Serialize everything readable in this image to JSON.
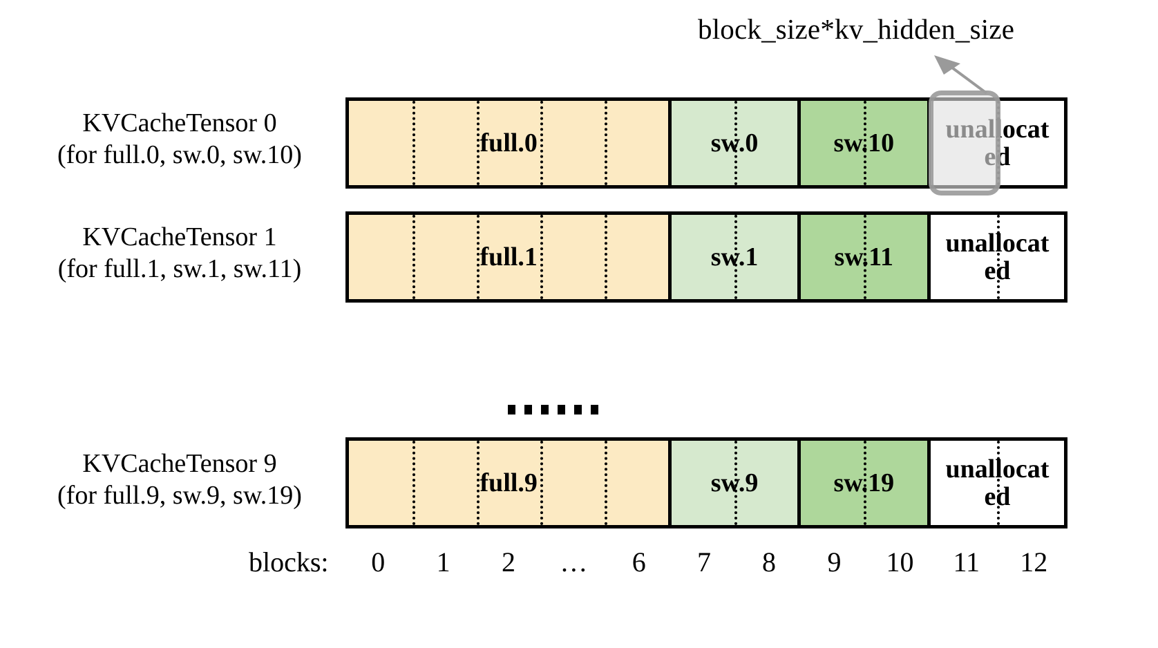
{
  "diagram": {
    "annotation": {
      "text": "block_size*kv_hidden_size",
      "arrow_label": "callout-arrow"
    },
    "axis": {
      "title": "blocks:",
      "ticks": [
        "0",
        "1",
        "2",
        "…",
        "6",
        "7",
        "8",
        "9",
        "10",
        "11",
        "12"
      ]
    },
    "ellipsis": "……",
    "rows": [
      {
        "title": "KVCacheTensor 0",
        "subtitle": "(for full.0, sw.0, sw.10)",
        "segments": [
          {
            "label": "full.0",
            "kind": "full",
            "blocks": 7,
            "dividers": 4
          },
          {
            "label": "sw.0",
            "kind": "sw-light",
            "blocks": 2,
            "dividers": 1
          },
          {
            "label": "sw.10",
            "kind": "sw-dark",
            "blocks": 2,
            "dividers": 1
          },
          {
            "label": "unallocated",
            "kind": "unalloc",
            "blocks": 2,
            "dividers": 1
          }
        ],
        "highlight": true
      },
      {
        "title": "KVCacheTensor 1",
        "subtitle": "(for full.1, sw.1, sw.11)",
        "segments": [
          {
            "label": "full.1",
            "kind": "full",
            "blocks": 7,
            "dividers": 4
          },
          {
            "label": "sw.1",
            "kind": "sw-light",
            "blocks": 2,
            "dividers": 1
          },
          {
            "label": "sw.11",
            "kind": "sw-dark",
            "blocks": 2,
            "dividers": 1
          },
          {
            "label": "unallocated",
            "kind": "unalloc",
            "blocks": 2,
            "dividers": 1
          }
        ],
        "highlight": false
      },
      {
        "title": "KVCacheTensor 9",
        "subtitle": "(for full.9, sw.9, sw.19)",
        "segments": [
          {
            "label": "full.9",
            "kind": "full",
            "blocks": 7,
            "dividers": 4
          },
          {
            "label": "sw.9",
            "kind": "sw-light",
            "blocks": 2,
            "dividers": 1
          },
          {
            "label": "sw.19",
            "kind": "sw-dark",
            "blocks": 2,
            "dividers": 1
          },
          {
            "label": "unallocated",
            "kind": "unalloc",
            "blocks": 2,
            "dividers": 1
          }
        ],
        "highlight": false
      }
    ],
    "colors": {
      "full": "#FCEAC3",
      "sw_light": "#D6E9CE",
      "sw_dark": "#AED79B",
      "unallocated": "#FFFFFF",
      "outline": "#000000",
      "highlight_border": "#969696"
    }
  }
}
